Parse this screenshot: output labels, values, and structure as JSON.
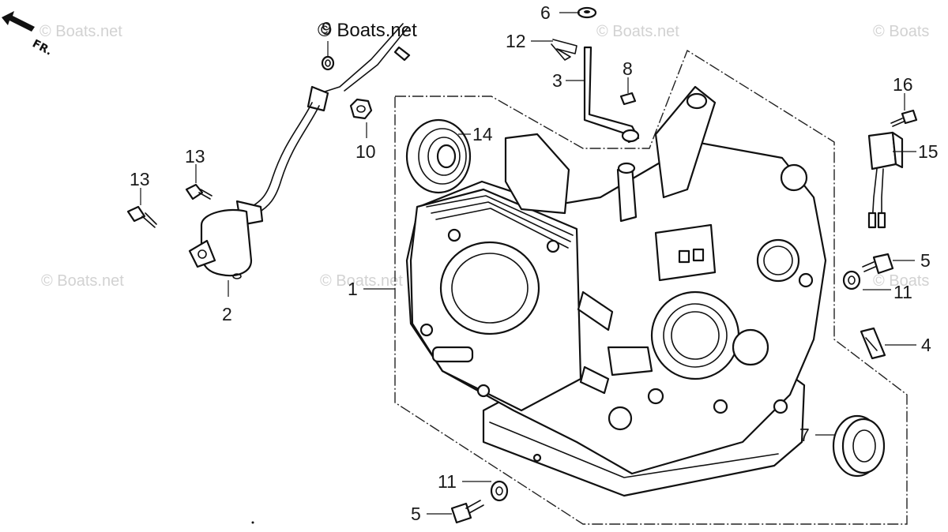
{
  "watermarks": {
    "text": "© Boats.net",
    "short": "© Boats"
  },
  "direction": {
    "label": "FR."
  },
  "parts": [
    {
      "id": "1",
      "name": "crankcase"
    },
    {
      "id": "2",
      "name": "oil-alert-sensor"
    },
    {
      "id": "3",
      "name": "breather-tube"
    },
    {
      "id": "4",
      "name": "clip"
    },
    {
      "id": "5",
      "name": "bolt"
    },
    {
      "id": "6",
      "name": "washer"
    },
    {
      "id": "7",
      "name": "oil-seal"
    },
    {
      "id": "8",
      "name": "nut"
    },
    {
      "id": "9",
      "name": "washer"
    },
    {
      "id": "10",
      "name": "nut"
    },
    {
      "id": "11",
      "name": "washer"
    },
    {
      "id": "12",
      "name": "clip"
    },
    {
      "id": "13",
      "name": "bolt"
    },
    {
      "id": "14",
      "name": "bearing"
    },
    {
      "id": "15",
      "name": "oil-alert-unit"
    },
    {
      "id": "16",
      "name": "bolt"
    }
  ],
  "labels": {
    "p1": "1",
    "p2": "2",
    "p3": "3",
    "p4": "4",
    "p5a": "5",
    "p5b": "5",
    "p6": "6",
    "p7": "7",
    "p8": "8",
    "p9": "9",
    "p10": "10",
    "p11a": "11",
    "p11b": "11",
    "p12": "12",
    "p13a": "13",
    "p13b": "13",
    "p14": "14",
    "p15": "15",
    "p16": "16"
  }
}
